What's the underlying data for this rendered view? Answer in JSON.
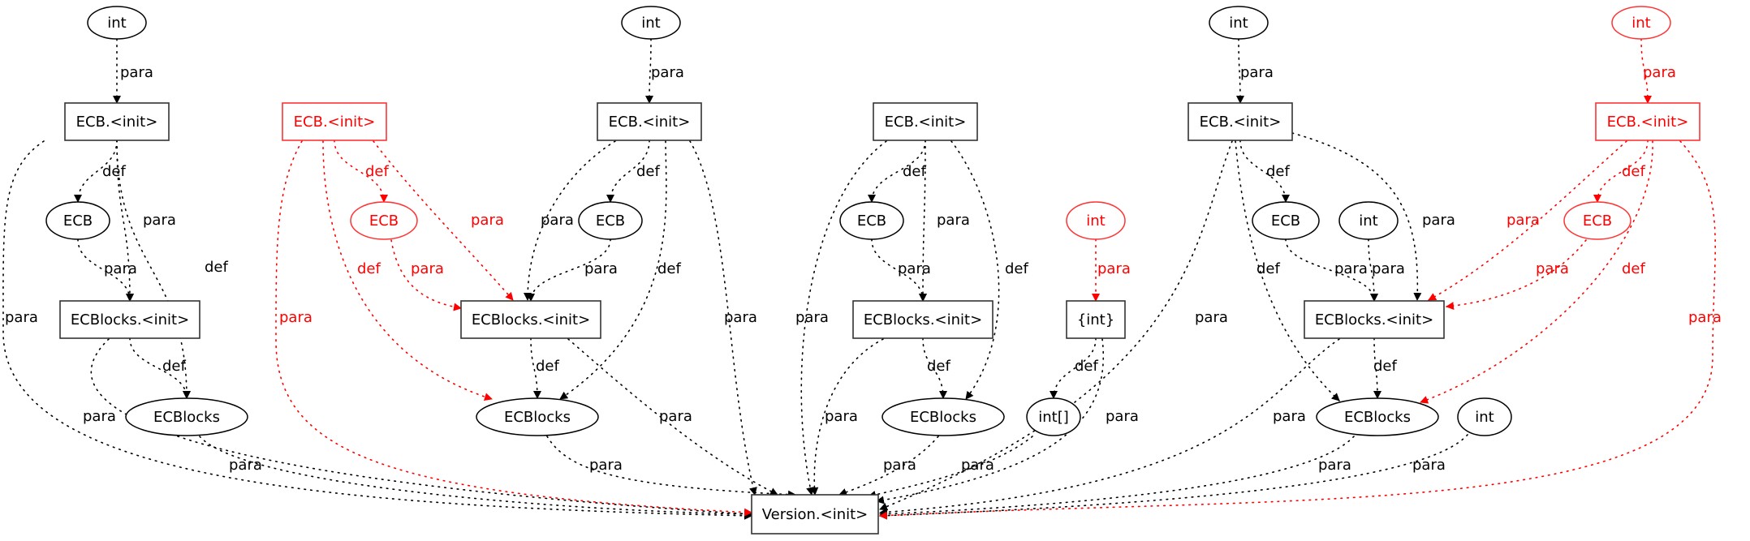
{
  "colors": {
    "normal": "#000000",
    "highlight": "#ff0000",
    "normal_border": "#333333",
    "highlight_border": "#ff3333"
  },
  "nodes": [
    {
      "id": "n1",
      "label": "int",
      "shape": "ellipse",
      "color": "normal"
    },
    {
      "id": "n2",
      "label": "ECB.<init>",
      "shape": "box",
      "color": "normal"
    },
    {
      "id": "n3",
      "label": "ECB",
      "shape": "ellipse",
      "color": "normal"
    },
    {
      "id": "n4",
      "label": "ECBlocks.<init>",
      "shape": "box",
      "color": "normal"
    },
    {
      "id": "n5",
      "label": "ECBlocks",
      "shape": "ellipse",
      "color": "normal"
    },
    {
      "id": "n6",
      "label": "ECB.<init>",
      "shape": "box",
      "color": "highlight"
    },
    {
      "id": "n7",
      "label": "ECB",
      "shape": "ellipse",
      "color": "highlight"
    },
    {
      "id": "n8",
      "label": "int",
      "shape": "ellipse",
      "color": "normal"
    },
    {
      "id": "n9",
      "label": "ECB.<init>",
      "shape": "box",
      "color": "normal"
    },
    {
      "id": "n10",
      "label": "ECB",
      "shape": "ellipse",
      "color": "normal"
    },
    {
      "id": "n11",
      "label": "ECBlocks.<init>",
      "shape": "box",
      "color": "normal"
    },
    {
      "id": "n12",
      "label": "ECBlocks",
      "shape": "ellipse",
      "color": "normal"
    },
    {
      "id": "n13",
      "label": "ECB.<init>",
      "shape": "box",
      "color": "normal"
    },
    {
      "id": "n14",
      "label": "ECB",
      "shape": "ellipse",
      "color": "normal"
    },
    {
      "id": "n15",
      "label": "ECBlocks.<init>",
      "shape": "box",
      "color": "normal"
    },
    {
      "id": "n16",
      "label": "ECBlocks",
      "shape": "ellipse",
      "color": "normal"
    },
    {
      "id": "n17",
      "label": "int",
      "shape": "ellipse",
      "color": "highlight"
    },
    {
      "id": "n18",
      "label": "{int}",
      "shape": "box",
      "color": "normal"
    },
    {
      "id": "n19",
      "label": "int[]",
      "shape": "ellipse",
      "color": "normal"
    },
    {
      "id": "n20",
      "label": "int",
      "shape": "ellipse",
      "color": "normal"
    },
    {
      "id": "n21",
      "label": "ECB.<init>",
      "shape": "box",
      "color": "normal"
    },
    {
      "id": "n22",
      "label": "ECB",
      "shape": "ellipse",
      "color": "normal"
    },
    {
      "id": "n23",
      "label": "int",
      "shape": "ellipse",
      "color": "normal"
    },
    {
      "id": "n24",
      "label": "ECBlocks.<init>",
      "shape": "box",
      "color": "normal"
    },
    {
      "id": "n25",
      "label": "ECBlocks",
      "shape": "ellipse",
      "color": "normal"
    },
    {
      "id": "n26",
      "label": "int",
      "shape": "ellipse",
      "color": "normal"
    },
    {
      "id": "n27",
      "label": "int",
      "shape": "ellipse",
      "color": "highlight"
    },
    {
      "id": "n28",
      "label": "ECB.<init>",
      "shape": "box",
      "color": "highlight"
    },
    {
      "id": "n29",
      "label": "ECB",
      "shape": "ellipse",
      "color": "highlight"
    },
    {
      "id": "n30",
      "label": "Version.<init>",
      "shape": "box",
      "color": "normal"
    }
  ],
  "edges": [
    {
      "from": "n1",
      "to": "n2",
      "label": "para",
      "color": "normal"
    },
    {
      "from": "n2",
      "to": "n3",
      "label": "def",
      "color": "normal"
    },
    {
      "from": "n2",
      "to": "n4",
      "label": "para",
      "color": "normal"
    },
    {
      "from": "n2",
      "to": "n5",
      "label": "def",
      "color": "normal"
    },
    {
      "from": "n2",
      "to": "n30",
      "label": "para",
      "color": "normal"
    },
    {
      "from": "n3",
      "to": "n4",
      "label": "para",
      "color": "normal"
    },
    {
      "from": "n4",
      "to": "n5",
      "label": "def",
      "color": "normal"
    },
    {
      "from": "n4",
      "to": "n30",
      "label": "para",
      "color": "normal"
    },
    {
      "from": "n5",
      "to": "n30",
      "label": "para",
      "color": "normal"
    },
    {
      "from": "n6",
      "to": "n7",
      "label": "def",
      "color": "highlight"
    },
    {
      "from": "n6",
      "to": "n11",
      "label": "para",
      "color": "highlight"
    },
    {
      "from": "n6",
      "to": "n12",
      "label": "def",
      "color": "highlight"
    },
    {
      "from": "n6",
      "to": "n30",
      "label": "para",
      "color": "highlight"
    },
    {
      "from": "n7",
      "to": "n11",
      "label": "para",
      "color": "highlight"
    },
    {
      "from": "n8",
      "to": "n9",
      "label": "para",
      "color": "normal"
    },
    {
      "from": "n9",
      "to": "n10",
      "label": "def",
      "color": "normal"
    },
    {
      "from": "n9",
      "to": "n11",
      "label": "para",
      "color": "normal"
    },
    {
      "from": "n9",
      "to": "n12",
      "label": "def",
      "color": "normal"
    },
    {
      "from": "n9",
      "to": "n30",
      "label": "para",
      "color": "normal"
    },
    {
      "from": "n10",
      "to": "n11",
      "label": "para",
      "color": "normal"
    },
    {
      "from": "n11",
      "to": "n12",
      "label": "def",
      "color": "normal"
    },
    {
      "from": "n11",
      "to": "n30",
      "label": "para",
      "color": "normal"
    },
    {
      "from": "n12",
      "to": "n30",
      "label": "para",
      "color": "normal"
    },
    {
      "from": "n13",
      "to": "n14",
      "label": "def",
      "color": "normal"
    },
    {
      "from": "n13",
      "to": "n15",
      "label": "para",
      "color": "normal"
    },
    {
      "from": "n13",
      "to": "n16",
      "label": "def",
      "color": "normal"
    },
    {
      "from": "n13",
      "to": "n30",
      "label": "para",
      "color": "normal"
    },
    {
      "from": "n14",
      "to": "n15",
      "label": "para",
      "color": "normal"
    },
    {
      "from": "n15",
      "to": "n16",
      "label": "def",
      "color": "normal"
    },
    {
      "from": "n15",
      "to": "n30",
      "label": "para",
      "color": "normal"
    },
    {
      "from": "n16",
      "to": "n30",
      "label": "para",
      "color": "normal"
    },
    {
      "from": "n17",
      "to": "n18",
      "label": "para",
      "color": "highlight"
    },
    {
      "from": "n18",
      "to": "n19",
      "label": "def",
      "color": "normal"
    },
    {
      "from": "n18",
      "to": "n30",
      "label": "para",
      "color": "normal"
    },
    {
      "from": "n19",
      "to": "n30",
      "label": "para",
      "color": "normal"
    },
    {
      "from": "n20",
      "to": "n21",
      "label": "para",
      "color": "normal"
    },
    {
      "from": "n21",
      "to": "n22",
      "label": "def",
      "color": "normal"
    },
    {
      "from": "n21",
      "to": "n24",
      "label": "para",
      "color": "normal"
    },
    {
      "from": "n21",
      "to": "n25",
      "label": "def",
      "color": "normal"
    },
    {
      "from": "n21",
      "to": "n30",
      "label": "para",
      "color": "normal"
    },
    {
      "from": "n22",
      "to": "n24",
      "label": "para",
      "color": "normal"
    },
    {
      "from": "n23",
      "to": "n24",
      "label": "para",
      "color": "normal"
    },
    {
      "from": "n24",
      "to": "n25",
      "label": "def",
      "color": "normal"
    },
    {
      "from": "n24",
      "to": "n30",
      "label": "para",
      "color": "normal"
    },
    {
      "from": "n25",
      "to": "n30",
      "label": "para",
      "color": "normal"
    },
    {
      "from": "n26",
      "to": "n30",
      "label": "para",
      "color": "normal"
    },
    {
      "from": "n27",
      "to": "n28",
      "label": "para",
      "color": "highlight"
    },
    {
      "from": "n28",
      "to": "n29",
      "label": "def",
      "color": "highlight"
    },
    {
      "from": "n28",
      "to": "n24",
      "label": "para",
      "color": "highlight"
    },
    {
      "from": "n28",
      "to": "n25",
      "label": "def",
      "color": "highlight"
    },
    {
      "from": "n28",
      "to": "n30",
      "label": "para",
      "color": "highlight"
    },
    {
      "from": "n29",
      "to": "n24",
      "label": "para",
      "color": "highlight"
    }
  ]
}
